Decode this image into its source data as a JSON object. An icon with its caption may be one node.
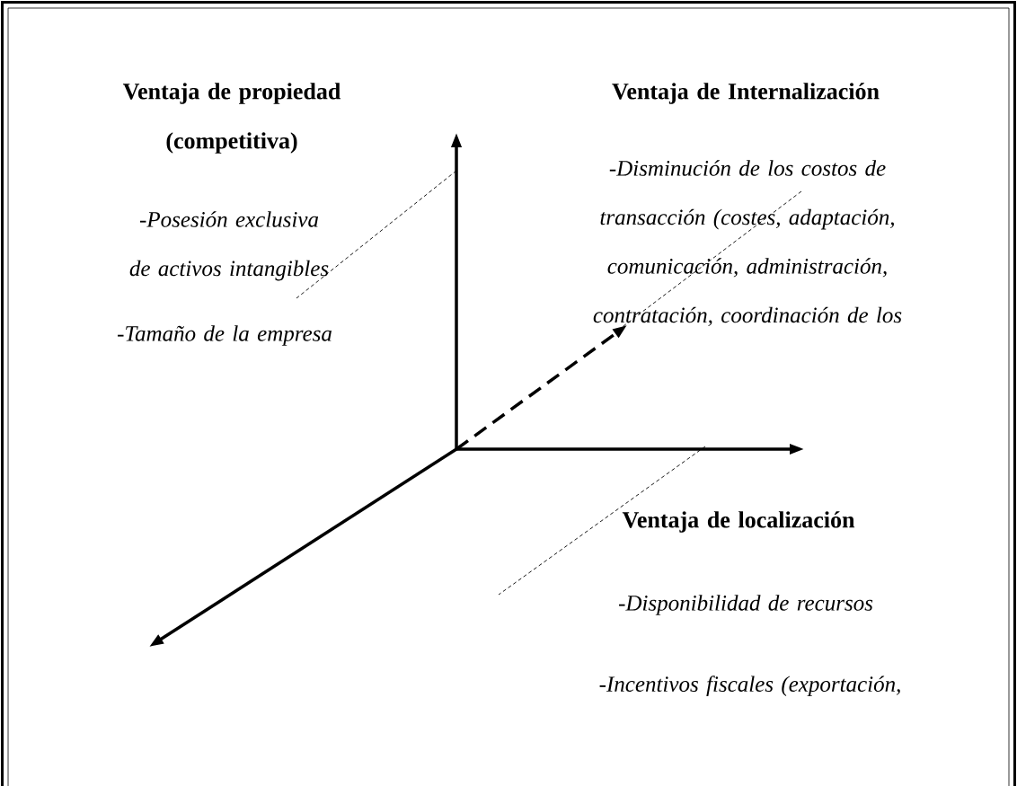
{
  "diagram": {
    "labels": [
      "Ventaja de propiedad (competitiva)",
      "Ventaja de Internalización",
      "-Disminución de los costos de transacción (costes, adaptación, comunicación, administración, contratación, coordinación de los",
      "-Posesión exclusiva de activos intangibles",
      "-Tamaño de la empresa",
      "Ventaja de localización",
      "-Disponibilidad de recursos",
      "-Incentivos fiscales (exportación,"
    ]
  }
}
